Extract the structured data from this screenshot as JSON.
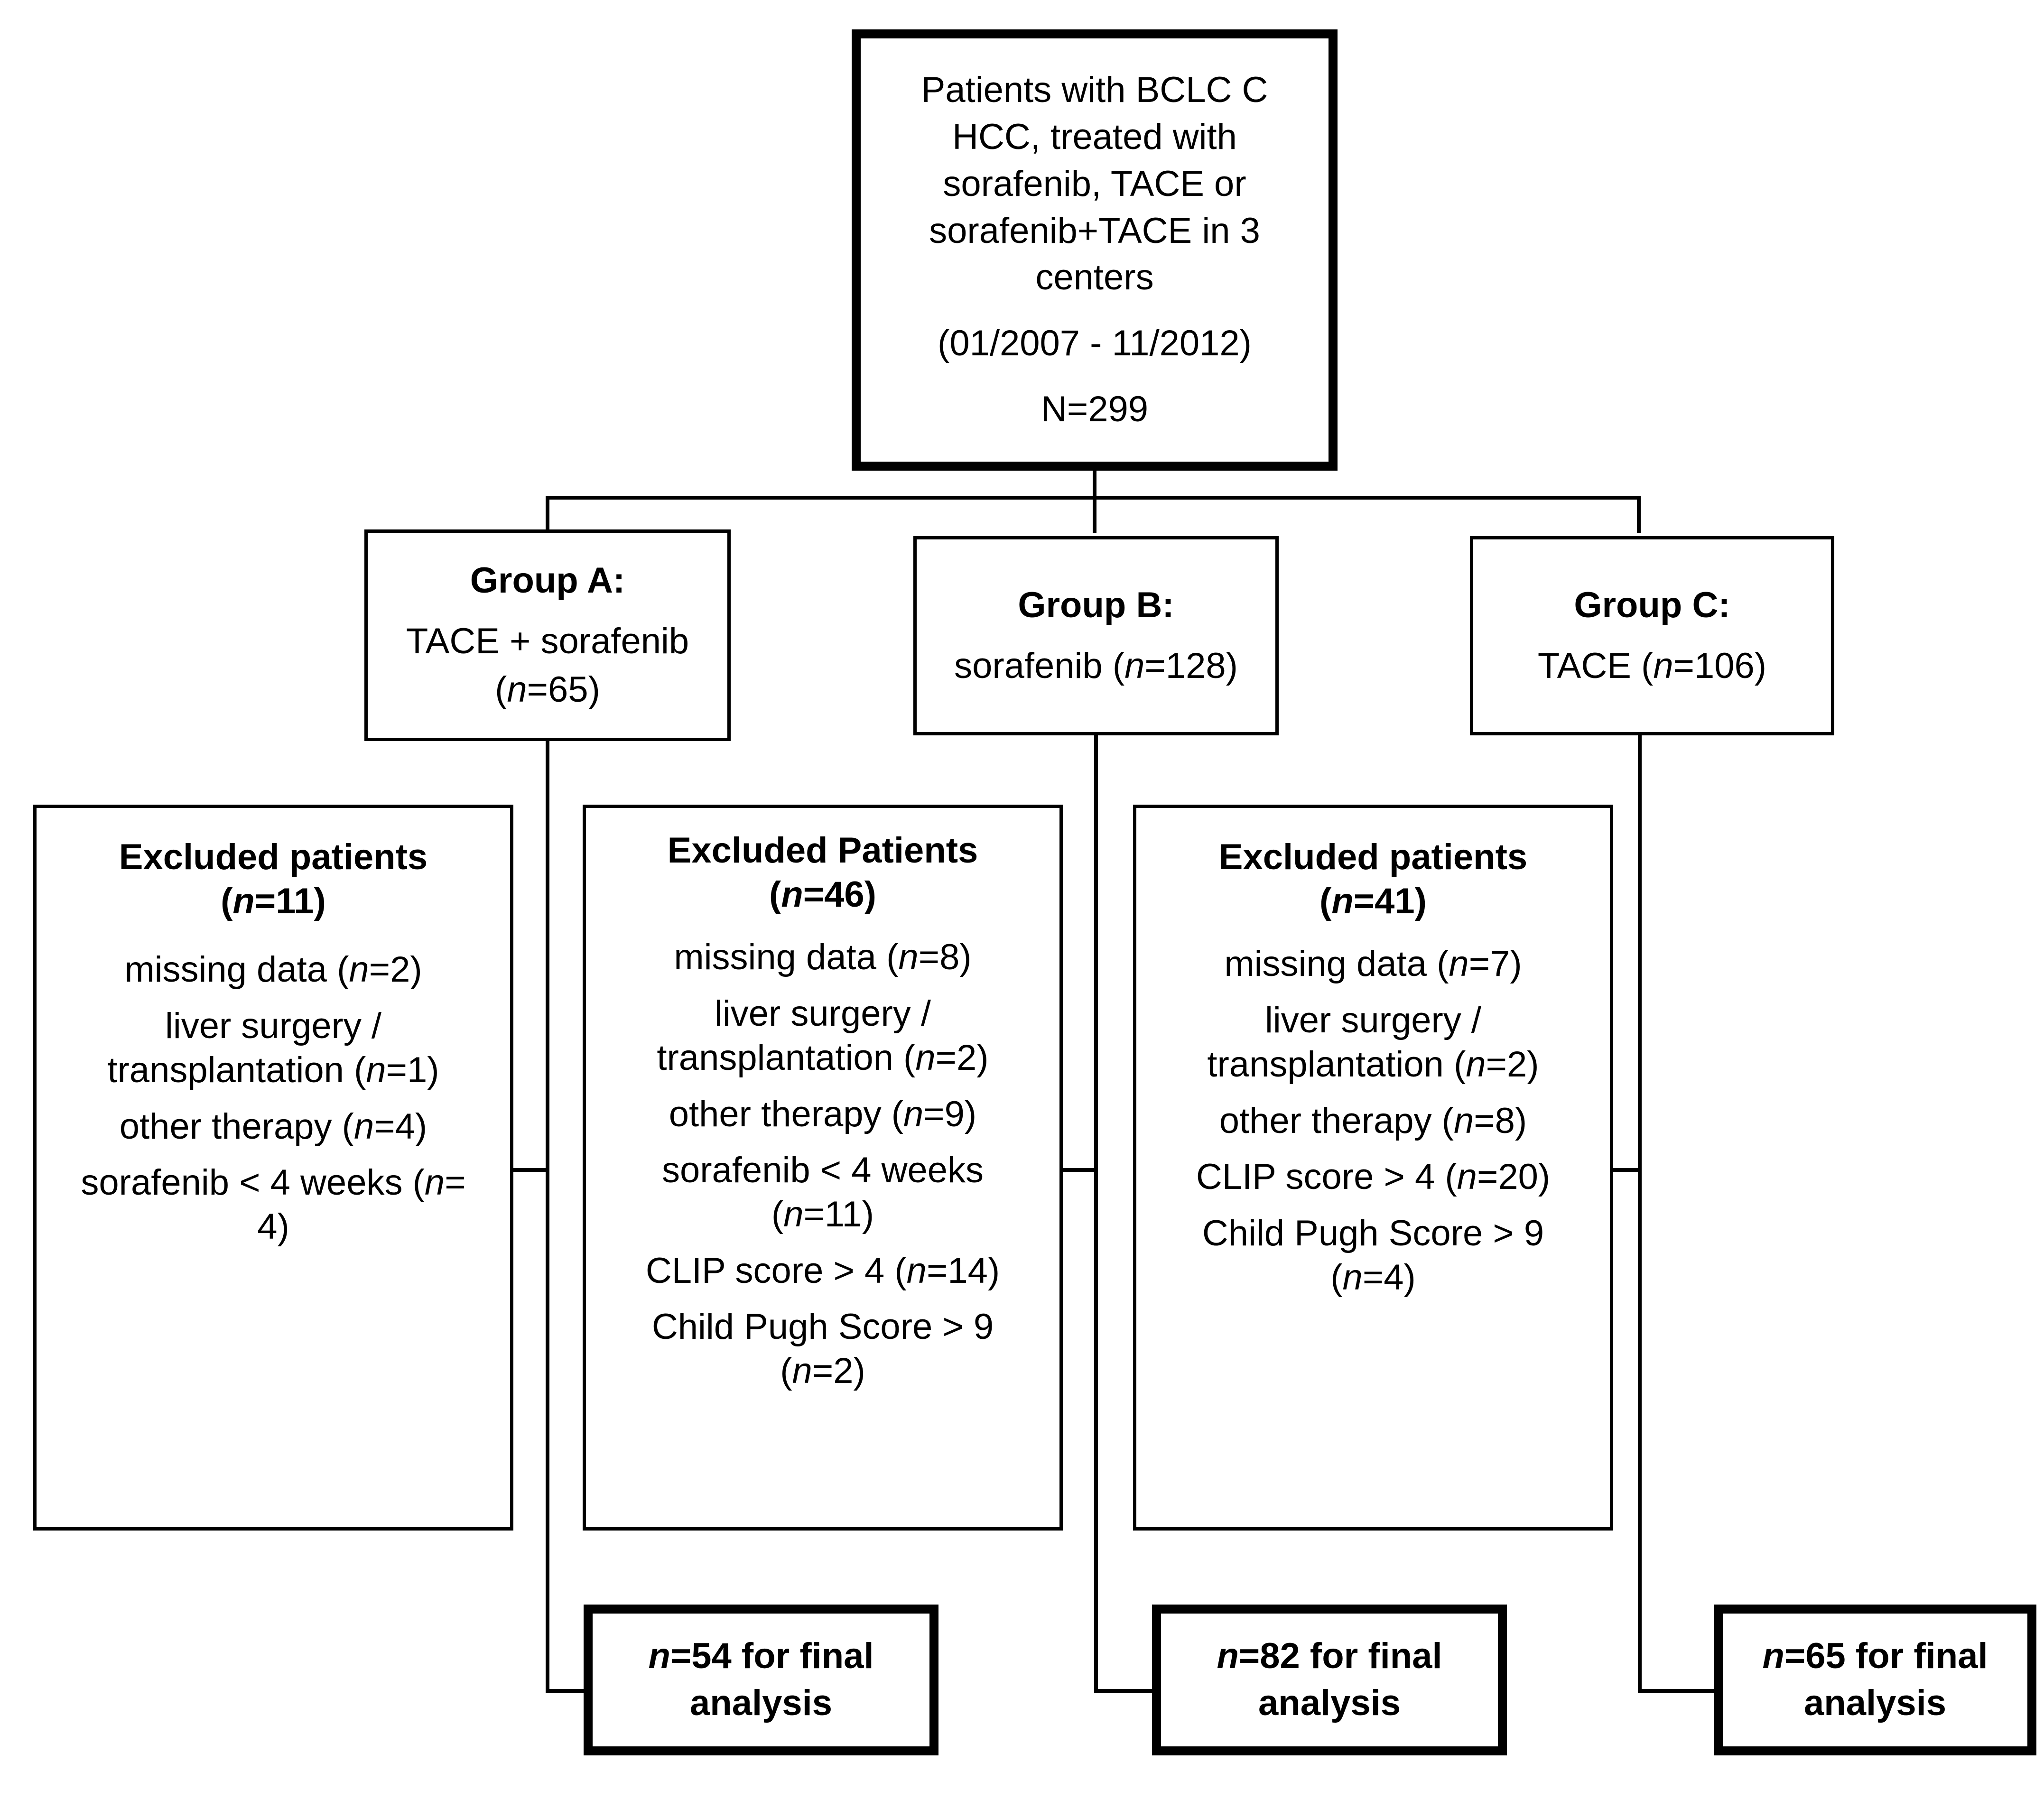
{
  "diagram": {
    "type": "flowchart",
    "title": "Patient selection flowchart (CONSORT-style)",
    "root": {
      "line1": "Patients with BCLC C",
      "line2": "HCC, treated with",
      "line3": "sorafenib, TACE or",
      "line4": "sorafenib+TACE in 3",
      "line5": "centers",
      "period": "(01/2007 - 11/2012)",
      "total": "N=299"
    },
    "groups": [
      {
        "id": "group-a",
        "title": "Group A:",
        "treatment": "TACE + sorafenib",
        "n_prefix": "(",
        "n_italic": "n",
        "n_value": "=65)"
      },
      {
        "id": "group-b",
        "title": "Group B:",
        "treatment": "sorafenib (",
        "n_italic": "n",
        "n_value": "=128)"
      },
      {
        "id": "group-c",
        "title": "Group C:",
        "treatment": "TACE (",
        "n_italic": "n",
        "n_value": "=106)"
      }
    ],
    "excluded": [
      {
        "id": "excluded-a",
        "heading": "Excluded patients",
        "heading_n": "=11)",
        "items": [
          {
            "text": "missing data (",
            "n": "=2)",
            "wrap": ""
          },
          {
            "text": "liver surgery /",
            "text2": "transplantation (",
            "n": "=1)",
            "wrap": "two-line"
          },
          {
            "text": "other therapy (",
            "n": "=4)",
            "wrap": ""
          },
          {
            "text": "sorafenib < 4 weeks (",
            "n": "=",
            "tail": "4)",
            "wrap": "break-after-n"
          }
        ]
      },
      {
        "id": "excluded-b",
        "heading": "Excluded Patients",
        "heading_n": "=46)",
        "items": [
          {
            "text": "missing data (",
            "n": "=8)",
            "wrap": ""
          },
          {
            "text": "liver surgery /",
            "text2": "transplantation (",
            "n": "=2)",
            "wrap": "two-line"
          },
          {
            "text": "other therapy (",
            "n": "=9)",
            "wrap": ""
          },
          {
            "text": "sorafenib < 4 weeks",
            "text2": "(",
            "n": "=11)",
            "wrap": "two-line-paren"
          },
          {
            "text": "CLIP score > 4 (",
            "n": "=14)",
            "wrap": ""
          },
          {
            "text": "Child Pugh Score > 9",
            "text2": "(",
            "n": "=2)",
            "wrap": "two-line-paren"
          }
        ]
      },
      {
        "id": "excluded-c",
        "heading": "Excluded patients",
        "heading_n": "=41)",
        "items": [
          {
            "text": "missing data (",
            "n": "=7)",
            "wrap": ""
          },
          {
            "text": "liver surgery /",
            "text2": "transplantation (",
            "n": "=2)",
            "wrap": "two-line"
          },
          {
            "text": "other therapy (",
            "n": "=8)",
            "wrap": ""
          },
          {
            "text": "CLIP score > 4 (",
            "n": "=20)",
            "wrap": ""
          },
          {
            "text": "Child Pugh Score > 9",
            "text2": "(",
            "n": "=4)",
            "wrap": "two-line-paren"
          }
        ]
      }
    ],
    "final": [
      {
        "id": "final-a",
        "n_italic": "n",
        "line1": "=54 for final",
        "line2": "analysis"
      },
      {
        "id": "final-b",
        "n_italic": "n",
        "line1": "=82 for final",
        "line2": "analysis"
      },
      {
        "id": "final-c",
        "n_italic": "n",
        "line1": "=65 for final",
        "line2": "analysis"
      }
    ],
    "colors": {
      "stroke": "#000000",
      "fill": "#ffffff",
      "text": "#000000"
    }
  }
}
